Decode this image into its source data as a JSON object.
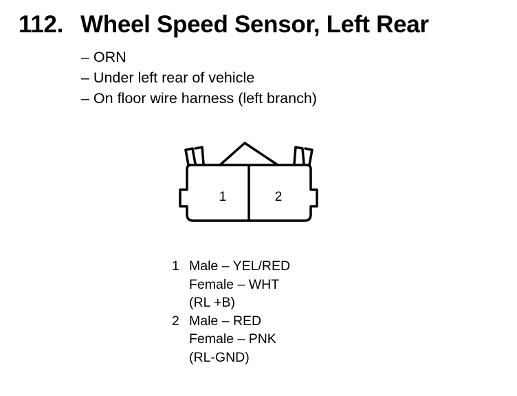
{
  "heading": {
    "number": "112.",
    "title": "Wheel Speed Sensor, Left Rear"
  },
  "details": [
    "– ORN",
    "– Under left rear of vehicle",
    "– On floor wire harness (left branch)"
  ],
  "connector": {
    "cavity_labels": [
      "1",
      "2"
    ]
  },
  "pins": [
    {
      "number": "1",
      "male": "Male – YEL/RED",
      "female": "Female – WHT",
      "circuit": "(RL +B)"
    },
    {
      "number": "2",
      "male": "Male – RED",
      "female": "Female – PNK",
      "circuit": "(RL-GND)"
    }
  ]
}
